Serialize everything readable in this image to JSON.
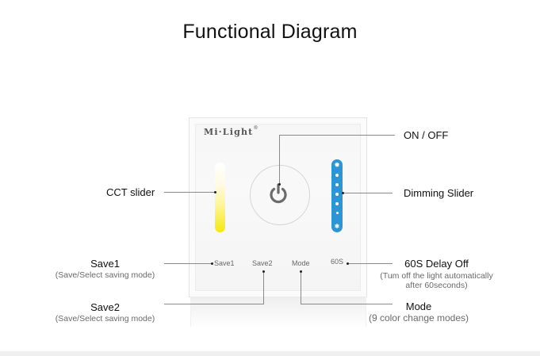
{
  "title": "Functional Diagram",
  "device": {
    "brand": "Mi·Light",
    "brand_mark": "®",
    "buttons": [
      "Save1",
      "Save2",
      "Mode",
      "60S"
    ],
    "cct_slider_colors": [
      "#ffffff",
      "#f7e80a"
    ],
    "dimming_slider_color": "#2d95d6",
    "power_icon": "power-icon"
  },
  "callouts": {
    "cct_slider": {
      "label": "CCT slider"
    },
    "save1": {
      "label": "Save1",
      "desc": "(Save/Select saving mode)"
    },
    "save2": {
      "label": "Save2",
      "desc": "(Save/Select saving mode)"
    },
    "on_off": {
      "label": "ON / OFF"
    },
    "dimming": {
      "label": "Dimming Slider"
    },
    "delay": {
      "label": "60S Delay Off",
      "desc_line1": "(Tum off the light automatically",
      "desc_line2": "after 60seconds)"
    },
    "mode": {
      "label": "Mode",
      "desc": "(9 color change modes)"
    }
  }
}
